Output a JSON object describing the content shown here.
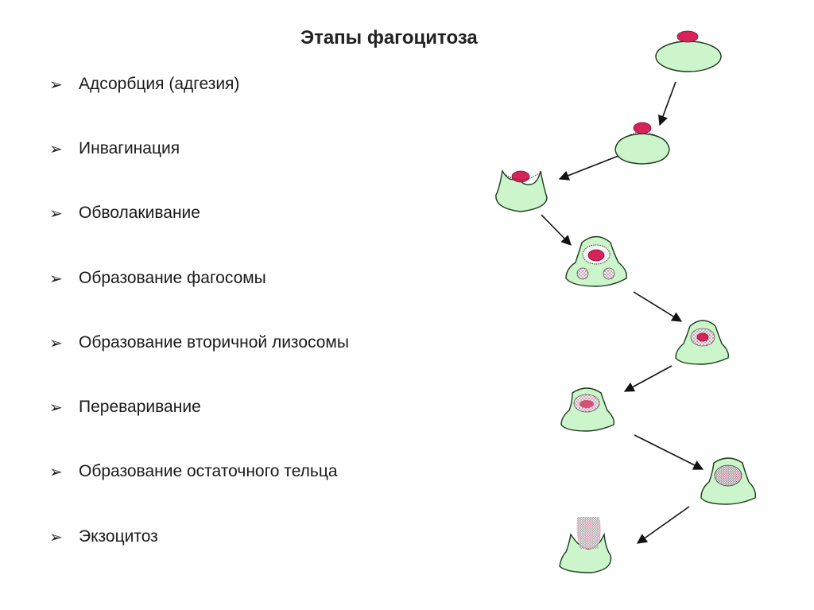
{
  "title": "Этапы фагоцитоза",
  "bullet_glyph": "➢",
  "stages": [
    "Адсорбция (адгезия)",
    "Инвагинация",
    "Обволакивание",
    "Образование фагосомы",
    "Образование вторичной лизосомы",
    "Переваривание",
    "Образование остаточного тельца",
    "Экзоцитоз"
  ],
  "colors": {
    "cell_fill": "#ccf5cc",
    "cell_stroke": "#1a3a1a",
    "particle": "#d6245a",
    "lysosome_fill": "#ffe3ea",
    "arrow": "#111111"
  }
}
